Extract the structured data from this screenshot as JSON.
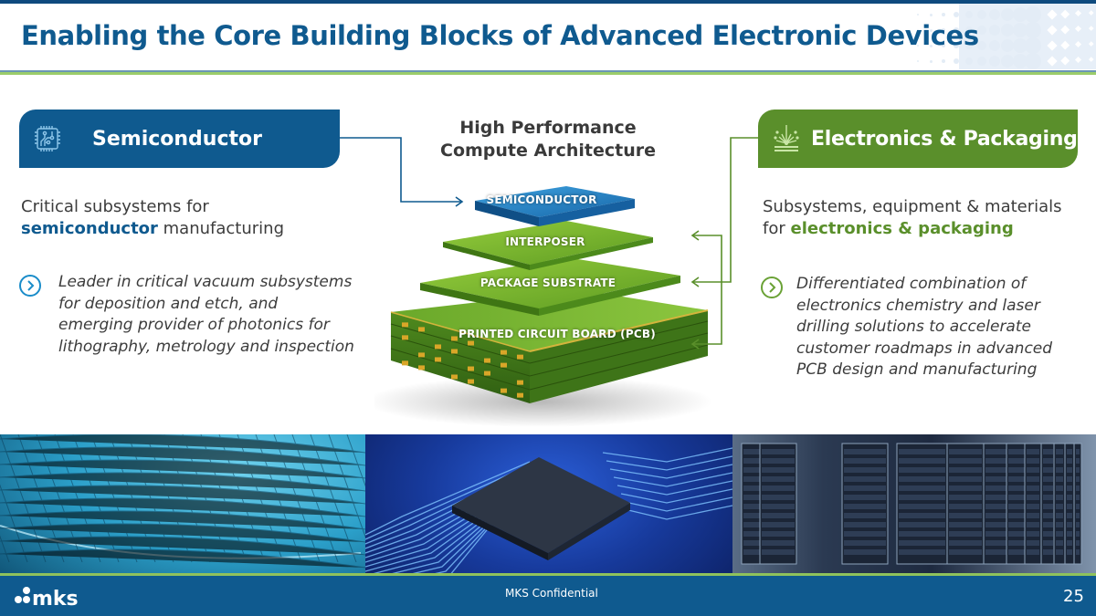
{
  "header": {
    "title": "Enabling the Core Building Blocks of Advanced Electronic Devices"
  },
  "semiconductor": {
    "pill_label": "Semiconductor",
    "icon": "circuit-chip-icon",
    "subhead_prefix": "Critical subsystems for",
    "subhead_bold": "semiconductor",
    "subhead_suffix": " manufacturing",
    "bullet": "Leader in critical vacuum subsystems for deposition and etch, and emerging provider of photonics for lithography, metrology and inspection",
    "accent": "#0f5a8f"
  },
  "electronics_packaging": {
    "pill_label": "Electronics & Packaging",
    "icon": "laser-burst-icon",
    "subhead_prefix": "Subsystems, equipment & materials",
    "subhead_for": "for ",
    "subhead_bold": "electronics & packaging",
    "bullet": "Differentiated combination of electronics chemistry and laser drilling solutions to accelerate customer roadmaps in advanced PCB design and manufacturing",
    "accent": "#5a8f2b"
  },
  "center": {
    "title_line1": "High Performance",
    "title_line2": "Compute Architecture",
    "layers": [
      {
        "label": "SEMICONDUCTOR"
      },
      {
        "label": "INTERPOSER"
      },
      {
        "label": "PACKAGE SUBSTRATE"
      },
      {
        "label": "PRINTED CIRCUIT BOARD (PCB)"
      }
    ]
  },
  "photos": [
    {
      "name": "silicon-wafer-photo"
    },
    {
      "name": "circuit-board-chip-photo"
    },
    {
      "name": "data-center-servers-photo"
    }
  ],
  "footer": {
    "logo_text": "mks",
    "confidential": "MKS Confidential",
    "page_number": "25"
  }
}
